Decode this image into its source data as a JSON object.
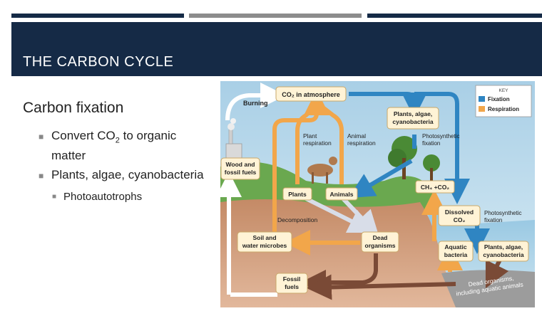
{
  "slide": {
    "title": "THE CARBON CYCLE",
    "subtitle": "Carbon fixation",
    "bullets": [
      {
        "pre": "Convert CO",
        "sub": "2",
        "post": " to organic",
        "line2": "matter"
      },
      {
        "text": "Plants, algae, cyanobacteria"
      }
    ],
    "sub_bullets": [
      "Photoautotrophs"
    ],
    "bullet_mark": "■"
  },
  "colors": {
    "header_bg": "#152a46",
    "bar_dark": "#152a46",
    "bar_gray": "#8c8c8c",
    "fixation": "#2f85c2",
    "respiration": "#f2a64a"
  },
  "diagram": {
    "burning": "Burning",
    "co2_atmosphere": "CO₂ in atmosphere",
    "plants_algae_cyano_top": [
      "Plants, algae,",
      "cyanobacteria"
    ],
    "photosynthetic_fixation_1": [
      "Photosynthetic",
      "fixation"
    ],
    "plant_respiration": [
      "Plant",
      "respiration"
    ],
    "animal_respiration": [
      "Animal",
      "respiration"
    ],
    "wood_fossil": [
      "Wood and",
      "fossil fuels"
    ],
    "plants": "Plants",
    "animals": "Animals",
    "ch4_co2": "CH₄ +CO₂",
    "dissolved_co2": [
      "Dissolved",
      "CO₂"
    ],
    "photosynthetic_fixation_2": [
      "Photosynthetic",
      "fixation"
    ],
    "decomposition": "Decomposition",
    "soil_microbes": [
      "Soil and",
      "water microbes"
    ],
    "dead_organisms": [
      "Dead",
      "organisms"
    ],
    "aquatic_bacteria": [
      "Aquatic",
      "bacteria"
    ],
    "plants_algae_cyano_bottom": [
      "Plants, algae,",
      "cyanobacteria"
    ],
    "fossil_fuels": [
      "Fossil",
      "fuels"
    ],
    "dead_aquatic": [
      "Dead organisms,",
      "including aquatic animals"
    ],
    "key": {
      "title": "KEY",
      "fixation": "Fixation",
      "respiration": "Respiration"
    }
  }
}
